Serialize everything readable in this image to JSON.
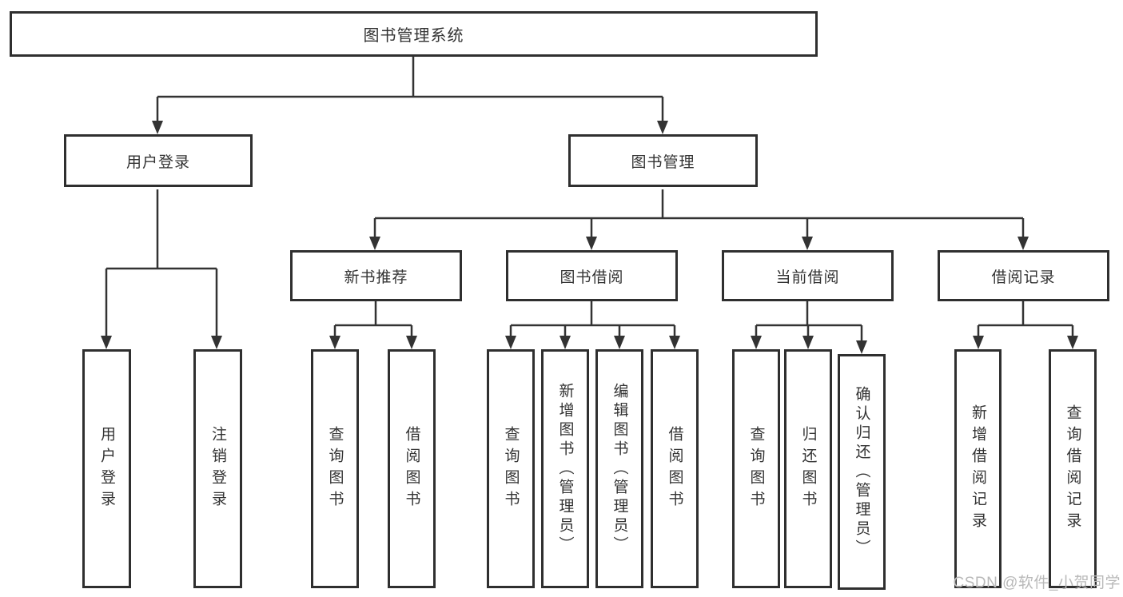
{
  "tree": {
    "root": {
      "label": "图书管理系统"
    },
    "branches": [
      {
        "label": "用户登录",
        "children": [
          {
            "label": "用户登录"
          },
          {
            "label": "注销登录"
          }
        ]
      },
      {
        "label": "图书管理",
        "children": [
          {
            "label": "新书推荐",
            "children": [
              {
                "label": "查询图书"
              },
              {
                "label": "借阅图书"
              }
            ]
          },
          {
            "label": "图书借阅",
            "children": [
              {
                "label": "查询图书"
              },
              {
                "label": "新增图书（管理员）"
              },
              {
                "label": "编辑图书（管理员）"
              },
              {
                "label": "借阅图书"
              }
            ]
          },
          {
            "label": "当前借阅",
            "children": [
              {
                "label": "查询图书"
              },
              {
                "label": "归还图书"
              },
              {
                "label": "确认归还（管理员）"
              }
            ]
          },
          {
            "label": "借阅记录",
            "children": [
              {
                "label": "新增借阅记录"
              },
              {
                "label": "查询借阅记录"
              }
            ]
          }
        ]
      }
    ]
  },
  "watermark": {
    "text": "CSDN @软件_小贺同学"
  },
  "colors": {
    "line": "#333333",
    "box_border": "#2f2f2f",
    "text": "#333333",
    "watermark": "#b9b9b9",
    "background": "#ffffff"
  }
}
